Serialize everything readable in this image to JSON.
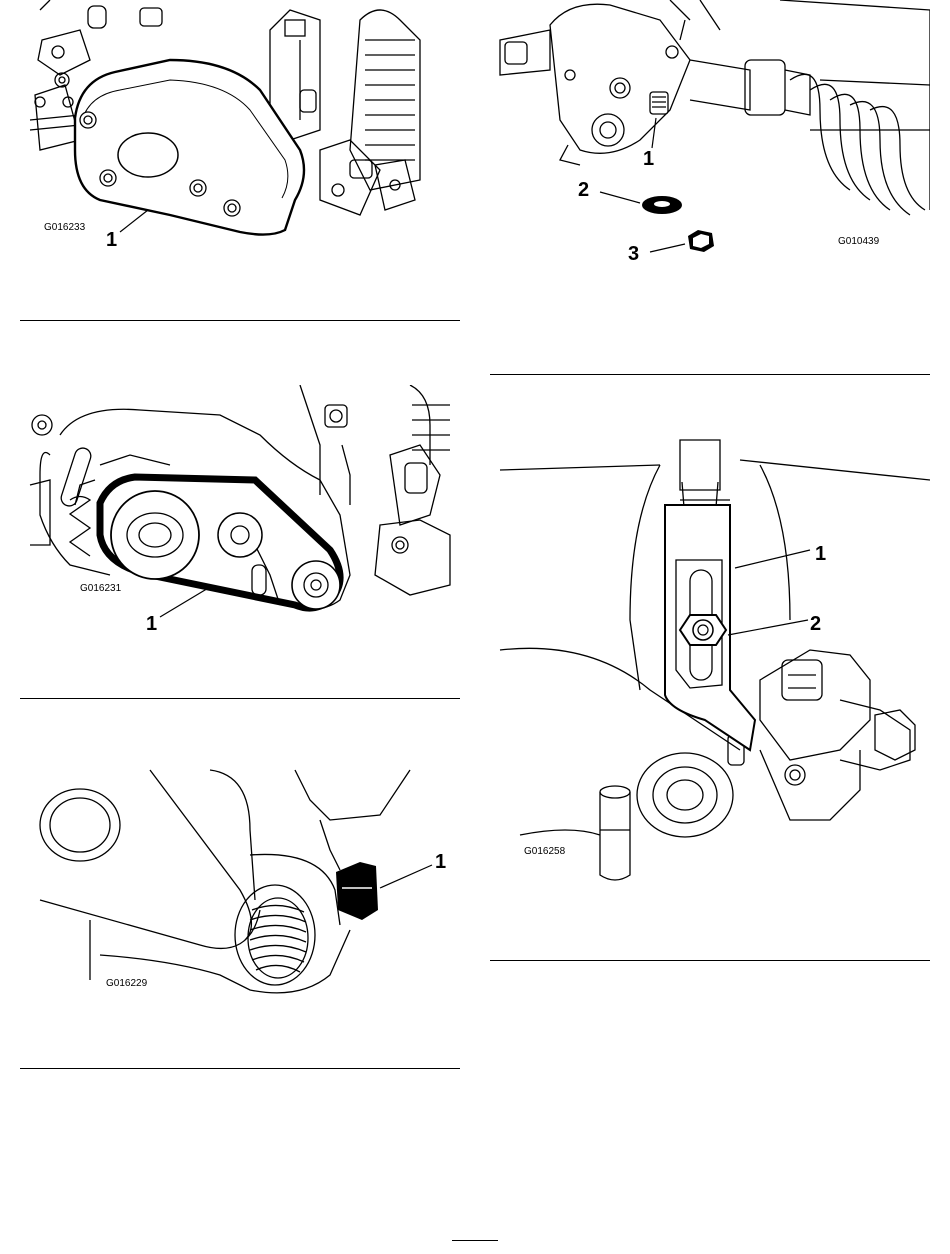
{
  "figures": [
    {
      "code": "G016233",
      "callouts": [
        "1"
      ]
    },
    {
      "code": "G010439",
      "callouts": [
        "1",
        "2",
        "3"
      ]
    },
    {
      "code": "G016231",
      "callouts": [
        "1"
      ]
    },
    {
      "code": "G016258",
      "callouts": [
        "1",
        "2"
      ]
    },
    {
      "code": "G016229",
      "callouts": [
        "1"
      ]
    }
  ]
}
